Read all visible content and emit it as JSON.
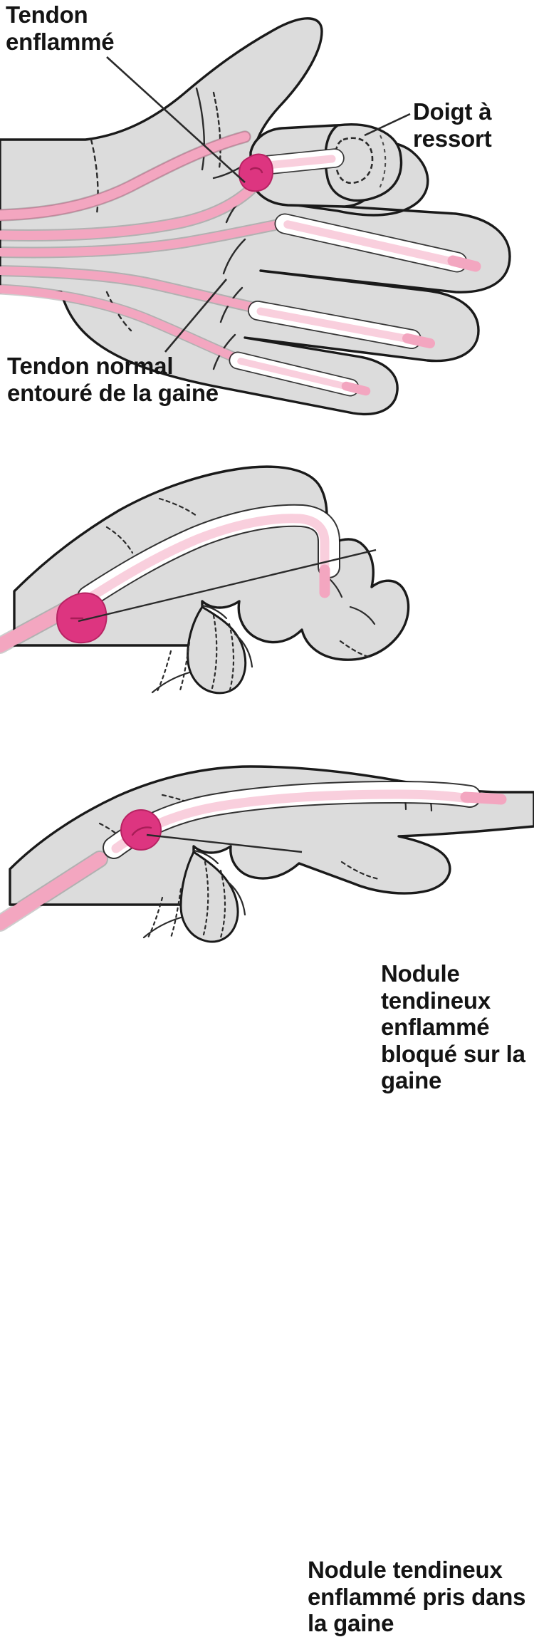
{
  "figure": {
    "title": "Doigt à ressort",
    "language": "fr",
    "panel_count": 3
  },
  "labels": {
    "tendon_enflamme": "Tendon\nenflammé",
    "doigt_a_ressort": "Doigt à\nressort",
    "tendon_normal": "Tendon normal\nentouré de la gaine",
    "nodule_bloque": "Nodule tendineux enflammé bloqué sur la gaine",
    "nodule_pris": "Nodule tendineux enflammé pris dans la gaine"
  },
  "panels": [
    {
      "id": "panel-1",
      "view": "dorsal hand, fingers spread, index finger locked in flexion",
      "labels": [
        "tendon_enflamme",
        "doigt_a_ressort",
        "tendon_normal"
      ]
    },
    {
      "id": "panel-2",
      "view": "lateral hand, finger flexed, nodule blocked outside sheath",
      "labels": [
        "nodule_bloque"
      ]
    },
    {
      "id": "panel-3",
      "view": "lateral hand, finger extended, nodule caught inside sheath",
      "labels": [
        "nodule_pris"
      ]
    }
  ],
  "colors": {
    "background": "#ffffff",
    "skin": "#dcdcdc",
    "skin_shadow": "#cfcfcf",
    "outline": "#1a1a1a",
    "tendon": "#f3a6c0",
    "tendon_light": "#f9cfdd",
    "sheath": "#ffffff",
    "nodule": "#dd3580",
    "leader_line": "#2a2a2a",
    "text": "#141414"
  }
}
